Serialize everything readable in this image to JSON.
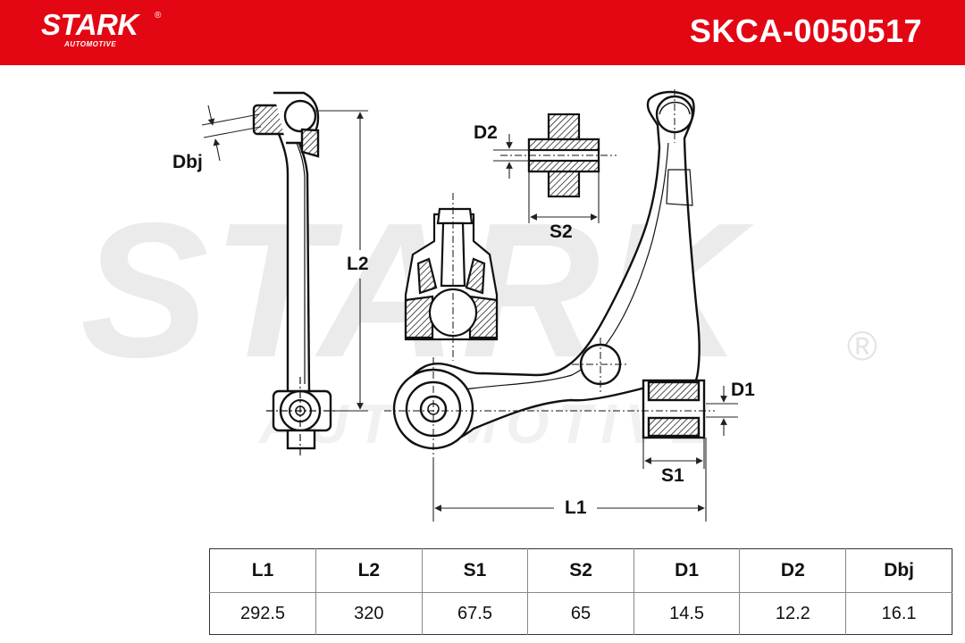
{
  "brand": {
    "name": "STARK",
    "sub": "AUTOMOTIVE",
    "registered": "®",
    "color": "#e30613"
  },
  "header": {
    "part_number": "SKCA-0050517"
  },
  "watermark": {
    "main": "STARK",
    "sub": "AUTOMOTIVE",
    "registered": "®"
  },
  "diagram": {
    "labels": {
      "dbj": "Dbj",
      "l2": "L2",
      "d2": "D2",
      "s2": "S2",
      "d1": "D1",
      "s1": "S1",
      "l1": "L1"
    }
  },
  "specs": {
    "headers": [
      "L1",
      "L2",
      "S1",
      "S2",
      "D1",
      "D2",
      "Dbj"
    ],
    "values": [
      "292.5",
      "320",
      "67.5",
      "65",
      "14.5",
      "12.2",
      "16.1"
    ]
  }
}
